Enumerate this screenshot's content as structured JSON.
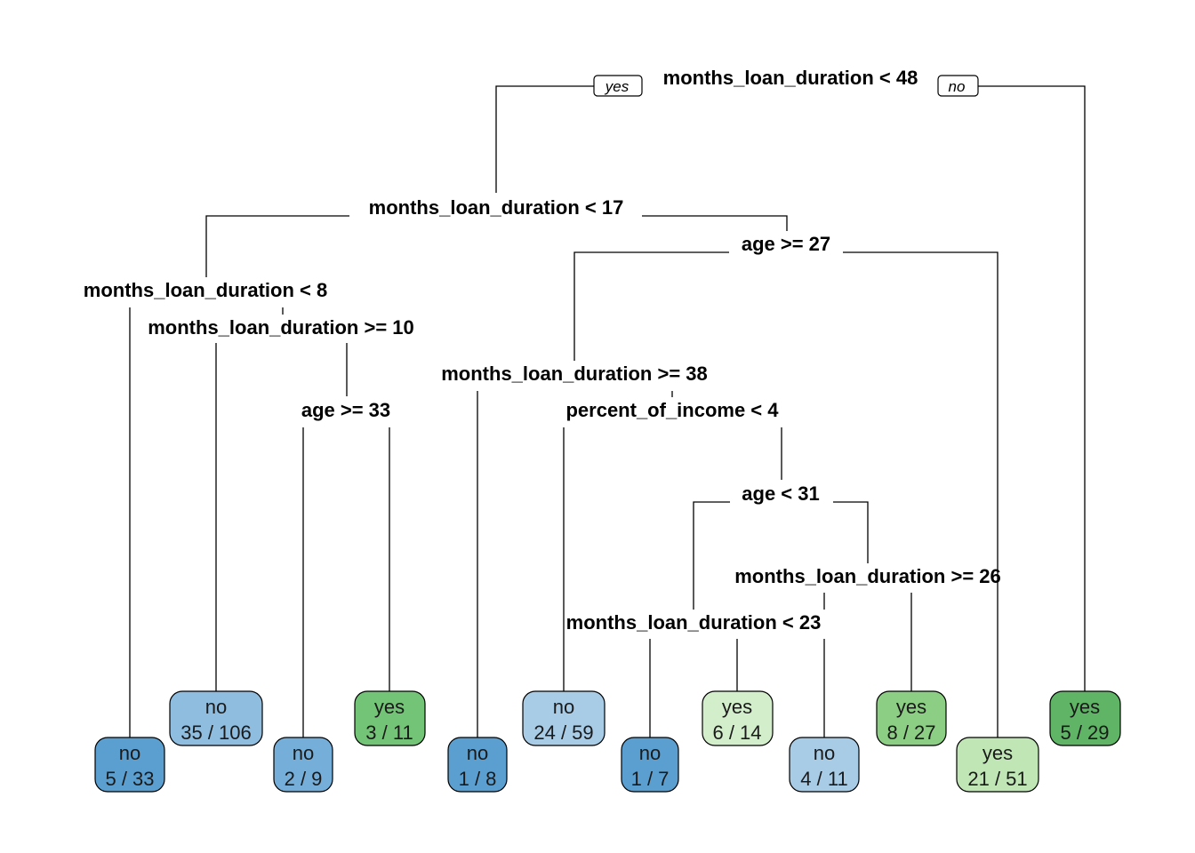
{
  "tree": {
    "edge_tags": {
      "left": "yes",
      "right": "no"
    },
    "splits": [
      {
        "id": "root",
        "label": "months_loan_duration < 48"
      },
      {
        "id": "s2",
        "label": "months_loan_duration < 17"
      },
      {
        "id": "s3",
        "label": "months_loan_duration < 8"
      },
      {
        "id": "s4",
        "label": "months_loan_duration >= 10"
      },
      {
        "id": "s5",
        "label": "age >= 33"
      },
      {
        "id": "s6",
        "label": "age >= 27"
      },
      {
        "id": "s7",
        "label": "months_loan_duration >= 38"
      },
      {
        "id": "s8",
        "label": "percent_of_income < 4"
      },
      {
        "id": "s9",
        "label": "age < 31"
      },
      {
        "id": "s10",
        "label": "months_loan_duration < 23"
      },
      {
        "id": "s11",
        "label": "months_loan_duration >= 26"
      }
    ],
    "leaves": [
      {
        "id": "l1",
        "class": "no",
        "counts": "5 / 33",
        "fill": "#5a9fd0"
      },
      {
        "id": "l2",
        "class": "no",
        "counts": "35 / 106",
        "fill": "#8fbde0"
      },
      {
        "id": "l3",
        "class": "no",
        "counts": "2 / 9",
        "fill": "#75aed8"
      },
      {
        "id": "l4",
        "class": "yes",
        "counts": "3 / 11",
        "fill": "#73c477"
      },
      {
        "id": "l5",
        "class": "no",
        "counts": "1 / 8",
        "fill": "#5a9fd0"
      },
      {
        "id": "l6",
        "class": "no",
        "counts": "24 / 59",
        "fill": "#a8cbe6"
      },
      {
        "id": "l7",
        "class": "no",
        "counts": "1 / 7",
        "fill": "#5a9fd0"
      },
      {
        "id": "l8",
        "class": "yes",
        "counts": "6 / 14",
        "fill": "#d3eecb"
      },
      {
        "id": "l9",
        "class": "no",
        "counts": "4 / 11",
        "fill": "#a8cbe6"
      },
      {
        "id": "l10",
        "class": "yes",
        "counts": "8 / 27",
        "fill": "#8ccf84"
      },
      {
        "id": "l11",
        "class": "yes",
        "counts": "21 / 51",
        "fill": "#c0e6b6"
      },
      {
        "id": "l12",
        "class": "yes",
        "counts": "5 / 29",
        "fill": "#5fb466"
      }
    ]
  }
}
